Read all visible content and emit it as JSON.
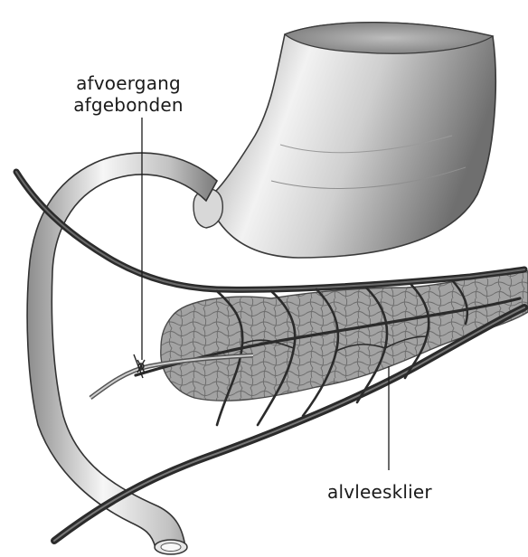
{
  "top_text_fragment": "",
  "labels": {
    "duct_line1": "afvoergang",
    "duct_line2": "afgebonden",
    "pancreas": "alvleesklier"
  },
  "colors": {
    "background": "#ffffff",
    "organ_fill": "#b9b9b9",
    "organ_highlight": "#f4f4f4",
    "organ_shadow": "#6e6e6e",
    "vessel": "#2b2b2b",
    "pancreas_fill": "#9c9c9c",
    "leader_line": "#1a1a1a"
  },
  "illustration": {
    "subject": "stomach-duodenum-pancreas-ligated-duct",
    "style": "grayscale-anatomical-drawing"
  }
}
